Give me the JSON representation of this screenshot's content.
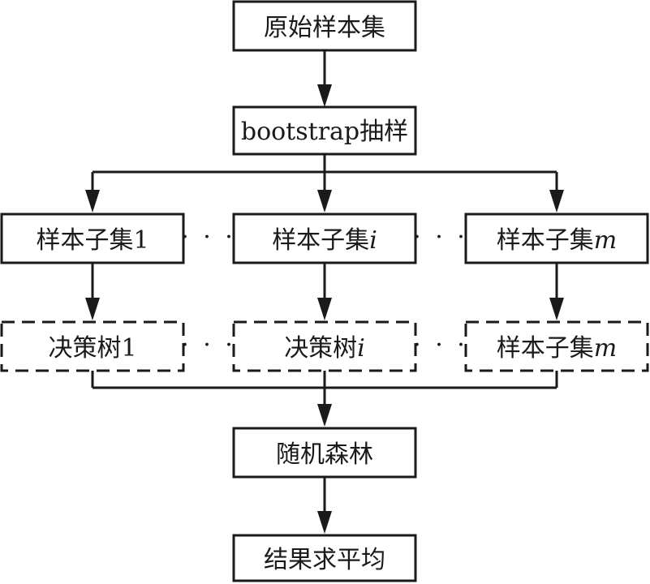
{
  "nodes": {
    "original_set": "原始样本集",
    "bootstrap": "bootstrap抽样",
    "subset_1": {
      "text": "样本子集",
      "suffix": "1"
    },
    "subset_i": {
      "text": "样本子集",
      "suffix": "i"
    },
    "subset_m": {
      "text": "样本子集",
      "suffix": "m"
    },
    "tree_1": {
      "text": "决策树",
      "suffix": "1"
    },
    "tree_i": {
      "text": "决策树",
      "suffix": "i"
    },
    "tree_m": {
      "text": "样本子集",
      "suffix": "m"
    },
    "random_forest": "随机森林",
    "average": "结果求平均"
  },
  "ellipsis": "· · ·"
}
